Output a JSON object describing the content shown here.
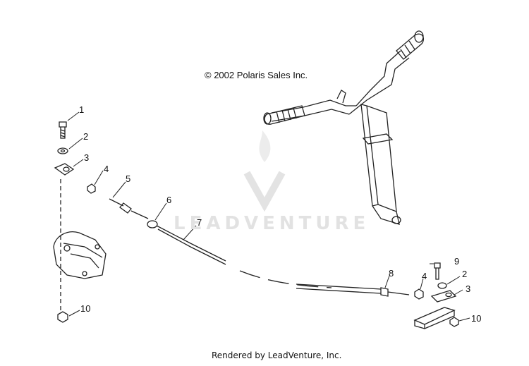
{
  "copyright": "© 2002 Polaris Sales Inc.",
  "footer": "Rendered by LeadVenture, Inc.",
  "watermark": "LEADVENTURE",
  "callouts": {
    "bolt_left": "1",
    "washer_left": "2",
    "cable_end_left": "3",
    "nut_left": "4",
    "cable_end_tip": "5",
    "grommet": "6",
    "cable": "7",
    "adjuster": "8",
    "bolt_right": "9",
    "nut_right": "4",
    "washer_right": "2",
    "cable_end_right": "3",
    "locknut_left": "10",
    "locknut_right": "10"
  },
  "colors": {
    "line": "#222222",
    "watermark": "#e6e6e6"
  }
}
